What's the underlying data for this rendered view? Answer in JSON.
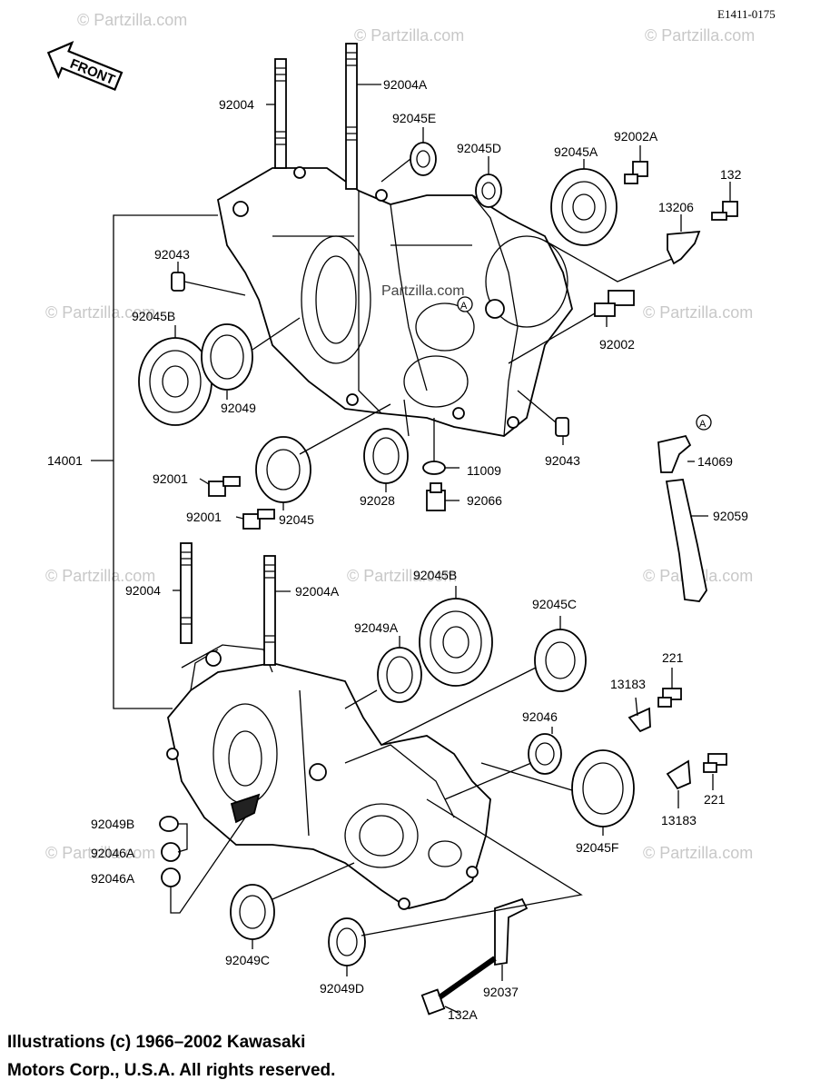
{
  "reference_code": "E1411-0175",
  "front_arrow_label": "FRONT",
  "watermark": "© Partzilla.com",
  "watermark_center": "Partzilla.com",
  "callout_marker": "A",
  "labels": {
    "l92004_top": "92004",
    "l92004A_top": "92004A",
    "l92045E": "92045E",
    "l92045D": "92045D",
    "l92045A": "92045A",
    "l92002A": "92002A",
    "l132": "132",
    "l13206": "13206",
    "l92043_left": "92043",
    "l92045B_left": "92045B",
    "l92049": "92049",
    "l92002": "92002",
    "l14001": "14001",
    "l92043_right": "92043",
    "l92001_a": "92001",
    "l92001_b": "92001",
    "l92045": "92045",
    "l92028": "92028",
    "l11009": "11009",
    "l92066": "92066",
    "l14069": "14069",
    "l92059": "92059",
    "l92004_bot": "92004",
    "l92004A_bot": "92004A",
    "l92045B_bot": "92045B",
    "l92045C": "92045C",
    "l92049A": "92049A",
    "l221_a": "221",
    "l13183_a": "13183",
    "l92046": "92046",
    "l221_b": "221",
    "l13183_b": "13183",
    "l92045F": "92045F",
    "l92049B": "92049B",
    "l92046A_a": "92046A",
    "l92046A_b": "92046A",
    "l92049C": "92049C",
    "l92049D": "92049D",
    "l92037": "92037",
    "l132A": "132A"
  },
  "copyright": {
    "line1": "Illustrations (c) 1966–2002 Kawasaki",
    "line2": "Motors Corp., U.S.A.  All rights reserved."
  }
}
